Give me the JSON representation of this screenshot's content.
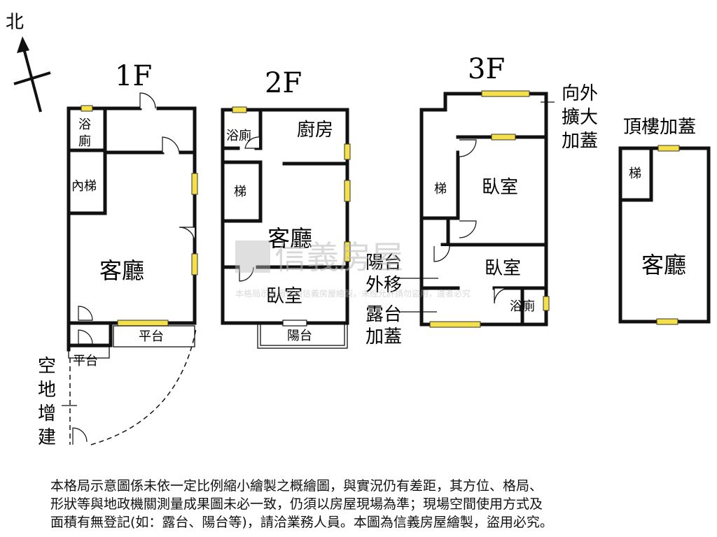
{
  "compass": {
    "label": "北"
  },
  "floors": {
    "f1": {
      "title": "1F",
      "rooms": {
        "bath": [
          "浴",
          "廁"
        ],
        "stairs": "內梯",
        "living": "客廳",
        "platform": "平台",
        "platform_small": "平台"
      },
      "side_note": [
        "空",
        "地",
        "增",
        "建"
      ]
    },
    "f2": {
      "title": "2F",
      "rooms": {
        "bath": "浴廁",
        "kitchen": "廚房",
        "stairs": "梯",
        "living": "客廳",
        "bedroom": "臥室",
        "balcony": "陽台"
      }
    },
    "f3": {
      "title": "3F",
      "rooms": {
        "stairs": "梯",
        "bedroom1": "臥室",
        "bedroom2": "臥室",
        "bath": "浴廁"
      },
      "notes": {
        "extend": [
          "向外",
          "擴大",
          "加蓋"
        ],
        "balcony_move": [
          "陽台",
          "外移"
        ],
        "terrace": [
          "露台",
          "加蓋"
        ]
      }
    },
    "roof": {
      "title": "頂樓加蓋",
      "rooms": {
        "stairs": "梯",
        "living": "客廳"
      }
    }
  },
  "watermark": {
    "brand": "信義房屋",
    "notice": "本格局示意圖係由信義房屋繪製，未經允許請勿盜用，違者必究"
  },
  "disclaimer": [
    "本格局示意圖係未依一定比例縮小繪製之概繪圖，與實況仍有差距，其方位、格局、",
    "形狀等與地政機關測量成果圖未必一致，仍須以房屋現場為準；現場空間使用方式及",
    "面積有無登記(如：露台、陽台等)，請洽業務人員。本圖為信義房屋繪製，盜用必究。"
  ]
}
